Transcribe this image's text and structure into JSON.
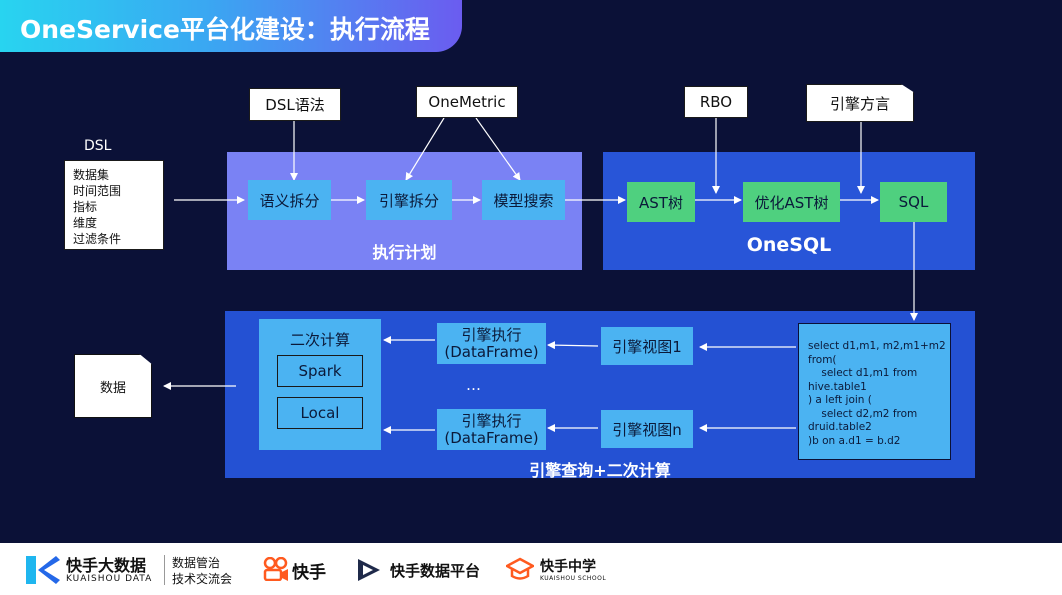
{
  "title": "OneService平台化建设：执行流程",
  "dsl": {
    "label": "DSL",
    "items": [
      "数据集",
      "时间范围",
      "指标",
      "维度",
      "过滤条件"
    ]
  },
  "notes": {
    "dsl_syntax": "DSL语法",
    "onemetric": "OneMetric",
    "rbo": "RBO",
    "engine_dialect": "引擎方言"
  },
  "exec_plan": {
    "label": "执行计划",
    "nodes": [
      "语义拆分",
      "引擎拆分",
      "模型搜索"
    ]
  },
  "onesql": {
    "label": "OneSQL",
    "nodes": [
      "AST树",
      "优化AST树",
      "SQL"
    ]
  },
  "engine": {
    "label": "引擎查询+二次计算",
    "secondary": {
      "title": "二次计算",
      "items": [
        "Spark",
        "Local"
      ]
    },
    "exec_line1": "引擎执行",
    "exec_line2": "(DataFrame)",
    "view1": "引擎视图1",
    "viewn": "引擎视图n",
    "ellipsis": "…"
  },
  "sql_code": [
    "select d1,m1, m2,m1+m2",
    "from(",
    "    select d1,m1 from",
    "hive.table1",
    ") a left join (",
    "    select d2,m2 from",
    "druid.table2",
    ")b on a.d1 = b.d2"
  ],
  "output": "数据",
  "footer": {
    "brand_main": "快手大数据",
    "brand_sub": "KUAISHOU DATA",
    "event_line1": "数据管治",
    "event_line2": "技术交流会",
    "kuaishou": "快手",
    "platform": "快手数据平台",
    "school": "快手中学",
    "school_sub": "KUAISHOU SCHOOL"
  },
  "colors": {
    "background": "#0b1137",
    "exec_panel": "#7a82f4",
    "onesql_panel": "#2855d8",
    "engine_panel": "#2451d3",
    "node_blue": "#4bb3f2",
    "node_green": "#4fd07f"
  }
}
